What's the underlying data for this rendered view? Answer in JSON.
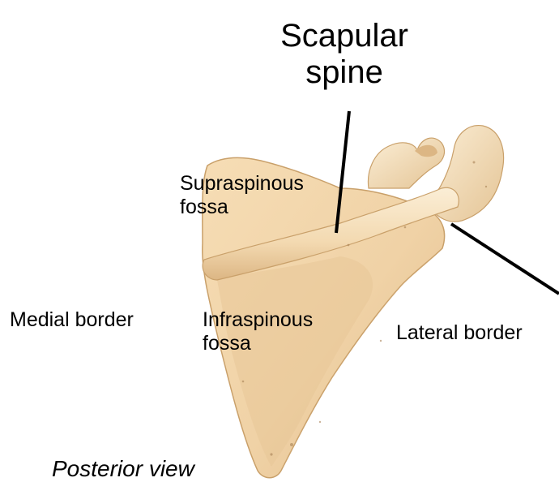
{
  "labels": {
    "scapular_spine": [
      "Scapular",
      "spine"
    ],
    "supraspinous_fossa": [
      "Supraspinous",
      "fossa"
    ],
    "infraspinous_fossa": [
      "Infraspinous",
      "fossa"
    ],
    "medial_border": "Medial border",
    "lateral_border": "Lateral border",
    "view": "Posterior view"
  },
  "colors": {
    "bone_fill": "#f2d7ad",
    "bone_shadow": "#dcb684",
    "bone_highlight": "#fbedd4",
    "bone_outline": "#c9a06a",
    "leader_line": "#000000"
  }
}
